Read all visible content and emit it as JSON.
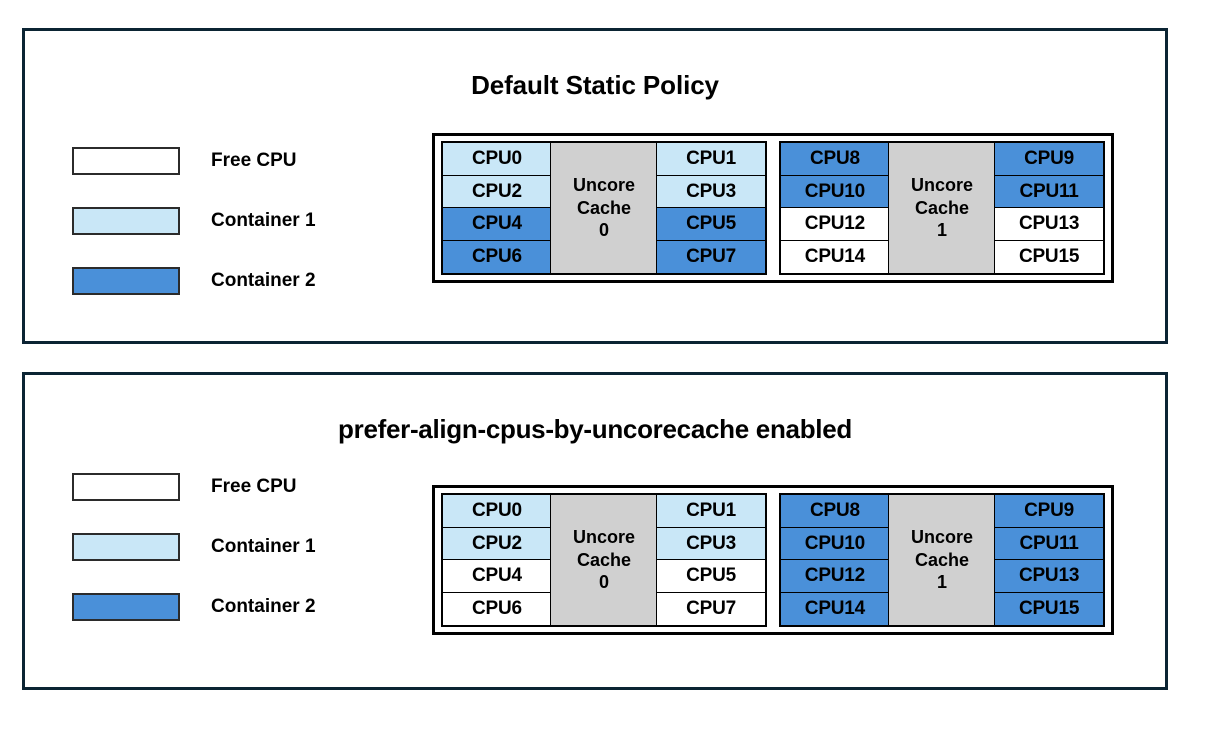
{
  "colors": {
    "free": "#ffffff",
    "container1": "#c9e7f7",
    "container2": "#4a90d9",
    "cache": "#d0d0d0",
    "panel_border": "#0b2433",
    "cell_border": "#000000"
  },
  "legend": {
    "items": [
      {
        "label": "Free CPU",
        "fill": "free"
      },
      {
        "label": "Container 1",
        "fill": "container1"
      },
      {
        "label": "Container 2",
        "fill": "container2"
      }
    ]
  },
  "panels": [
    {
      "title": "Default Static Policy",
      "groups": [
        {
          "cache_line1": "Uncore",
          "cache_line2": "Cache",
          "cache_index": "0",
          "left_column": [
            {
              "label": "CPU0",
              "fill": "container1"
            },
            {
              "label": "CPU2",
              "fill": "container1"
            },
            {
              "label": "CPU4",
              "fill": "container2"
            },
            {
              "label": "CPU6",
              "fill": "container2"
            }
          ],
          "right_column": [
            {
              "label": "CPU1",
              "fill": "container1"
            },
            {
              "label": "CPU3",
              "fill": "container1"
            },
            {
              "label": "CPU5",
              "fill": "container2"
            },
            {
              "label": "CPU7",
              "fill": "container2"
            }
          ]
        },
        {
          "cache_line1": "Uncore",
          "cache_line2": "Cache",
          "cache_index": "1",
          "left_column": [
            {
              "label": "CPU8",
              "fill": "container2"
            },
            {
              "label": "CPU10",
              "fill": "container2"
            },
            {
              "label": "CPU12",
              "fill": "free"
            },
            {
              "label": "CPU14",
              "fill": "free"
            }
          ],
          "right_column": [
            {
              "label": "CPU9",
              "fill": "container2"
            },
            {
              "label": "CPU11",
              "fill": "container2"
            },
            {
              "label": "CPU13",
              "fill": "free"
            },
            {
              "label": "CPU15",
              "fill": "free"
            }
          ]
        }
      ]
    },
    {
      "title": "prefer-align-cpus-by-uncorecache enabled",
      "groups": [
        {
          "cache_line1": "Uncore",
          "cache_line2": "Cache",
          "cache_index": "0",
          "left_column": [
            {
              "label": "CPU0",
              "fill": "container1"
            },
            {
              "label": "CPU2",
              "fill": "container1"
            },
            {
              "label": "CPU4",
              "fill": "free"
            },
            {
              "label": "CPU6",
              "fill": "free"
            }
          ],
          "right_column": [
            {
              "label": "CPU1",
              "fill": "container1"
            },
            {
              "label": "CPU3",
              "fill": "container1"
            },
            {
              "label": "CPU5",
              "fill": "free"
            },
            {
              "label": "CPU7",
              "fill": "free"
            }
          ]
        },
        {
          "cache_line1": "Uncore",
          "cache_line2": "Cache",
          "cache_index": "1",
          "left_column": [
            {
              "label": "CPU8",
              "fill": "container2"
            },
            {
              "label": "CPU10",
              "fill": "container2"
            },
            {
              "label": "CPU12",
              "fill": "container2"
            },
            {
              "label": "CPU14",
              "fill": "container2"
            }
          ],
          "right_column": [
            {
              "label": "CPU9",
              "fill": "container2"
            },
            {
              "label": "CPU11",
              "fill": "container2"
            },
            {
              "label": "CPU13",
              "fill": "container2"
            },
            {
              "label": "CPU15",
              "fill": "container2"
            }
          ]
        }
      ]
    }
  ]
}
